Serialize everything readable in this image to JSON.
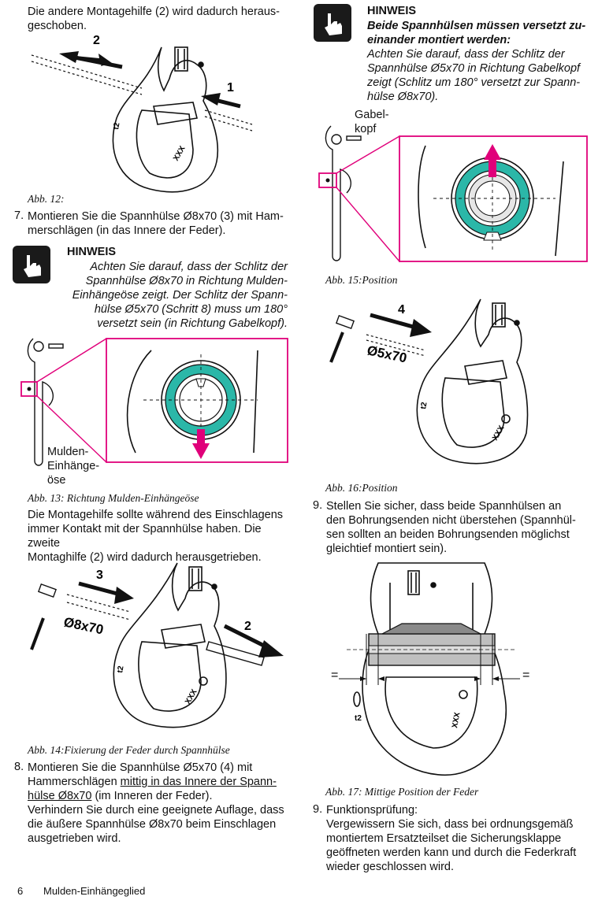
{
  "left": {
    "intro": "Die andere Montagehilfe (2) wird dadurch heraus-geschoben.",
    "intro_l1": "Die andere Montagehilfe (2) wird dadurch heraus-",
    "intro_l2": "geschoben.",
    "fig12": {
      "label1": "1",
      "label2": "2",
      "xxx": "XXX",
      "mark": "t2",
      "caption": "Abb. 12:"
    },
    "step7": {
      "num": "7.",
      "l1": "Montieren Sie die Spannhülse Ø8x70 (3) mit Ham-",
      "l2": "merschlägen (in das Innere der Feder)."
    },
    "hinweis1": {
      "title": "HINWEIS",
      "l1": "Achten Sie darauf, dass der Schlitz der",
      "l2": "Spannhülse Ø8x70 in Richtung Mulden-",
      "l3": "Einhängeöse zeigt. Der Schlitz der Spann-",
      "l4": "hülse Ø5x70 (Schritt 8) muss um 180°",
      "l5": "versetzt sein (in Richtung Gabelkopf)."
    },
    "fig13": {
      "label_l1": "Mulden-",
      "label_l2": "Einhänge-",
      "label_l3": "öse",
      "caption": "Abb. 13: Richtung Mulden-Einhängeöse"
    },
    "para": {
      "l1": "Die Montagehilfe sollte während des Einschlagens",
      "l2": "immer Kontakt mit der Spannhülse haben. Die zweite",
      "l3": "Montaghilfe (2) wird dadurch herausgetrieben."
    },
    "fig14": {
      "label3": "3",
      "label2": "2",
      "dim": "Ø8x70",
      "xxx": "XXX",
      "mark": "t2",
      "caption": "Abb. 14:Fixierung der Feder durch Spannhülse"
    },
    "step8": {
      "num": "8.",
      "l1": "Montieren Sie die Spannhülse Ø5x70 (4) mit",
      "l2a": "Hammerschlägen ",
      "l2b": "mittig in das Innere der Spann-",
      "l3a": "hülse Ø8x70",
      "l3b": " (im Inneren der Feder).",
      "l4": "Verhindern Sie durch eine geeignete Auflage, dass",
      "l5": "die äußere Spannhülse Ø8x70 beim Einschlagen",
      "l6": "ausgetrieben wird."
    }
  },
  "right": {
    "hinweis2": {
      "title": "HINWEIS",
      "l1": "Beide Spannhülsen müssen versetzt zu-",
      "l2": "einander montiert werden:",
      "l3": "Achten Sie darauf, dass der Schlitz der",
      "l4": "Spannhülse Ø5x70 in Richtung Gabelkopf",
      "l5": "zeigt (Schlitz um 180° versetzt zur Spann-",
      "l6": "hülse Ø8x70)."
    },
    "fig15": {
      "label_l1": "Gabel-",
      "label_l2": "kopf",
      "caption": "Abb. 15:Position"
    },
    "fig16": {
      "label4": "4",
      "dim": "Ø5x70",
      "xxx": "XXX",
      "mark": "t2",
      "caption": "Abb. 16:Position"
    },
    "step9a": {
      "num": "9.",
      "l1": "Stellen Sie sicher, dass beide Spannhülsen an",
      "l2": "den Bohrungsenden nicht überstehen (Spannhül-",
      "l3": "sen sollten an beiden Bohrungsenden möglichst",
      "l4": "gleichtief montiert sein)."
    },
    "fig17": {
      "eq_left": "=",
      "eq_right": "=",
      "xxx": "XXX",
      "mark": "t2",
      "caption": "Abb. 17: Mittige Position der Feder"
    },
    "step9b": {
      "num": "9.",
      "l1": "Funktionsprüfung:",
      "l2": "Vergewissern Sie sich, dass bei ordnungsgemäß",
      "l3": "montiertem Ersatzteilset die Sicherungsklappe",
      "l4": "geöffneten werden kann und durch die Federkraft",
      "l5": "wieder geschlossen wird."
    }
  },
  "footer": {
    "page": "6",
    "title": "Mulden-Einhängeglied"
  },
  "colors": {
    "magenta": "#e0007a",
    "teal": "#2bb7a8",
    "ink": "#111111"
  }
}
